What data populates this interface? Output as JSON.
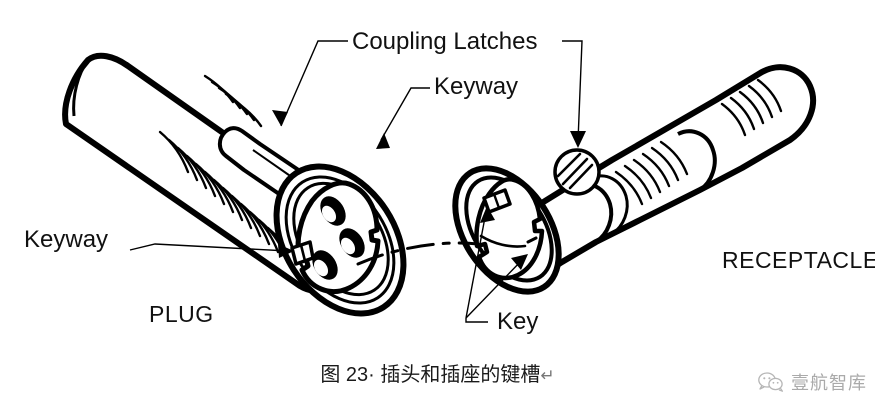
{
  "figure": {
    "caption_text": "图 23· 插头和插座的键槽",
    "caption_mark": "↵",
    "background_color": "#ffffff",
    "line_color": "#000000"
  },
  "labels": {
    "coupling_latches": "Coupling Latches",
    "keyway_top": "Keyway",
    "keyway_left": "Keyway",
    "key": "Key",
    "plug": "PLUG",
    "receptacle": "RECEPTACLE"
  },
  "parts": {
    "plug": {
      "name": "PLUG",
      "socket_holes": 3,
      "keyway_notches": 2,
      "latch_type": "T-shaped bayonet slot"
    },
    "receptacle": {
      "name": "RECEPTACLE",
      "keys": 2,
      "latch_type": "round latch pin"
    }
  },
  "watermark": {
    "text": "壹航智库",
    "icon": "wechat-icon",
    "color": "#8a8a8a"
  }
}
